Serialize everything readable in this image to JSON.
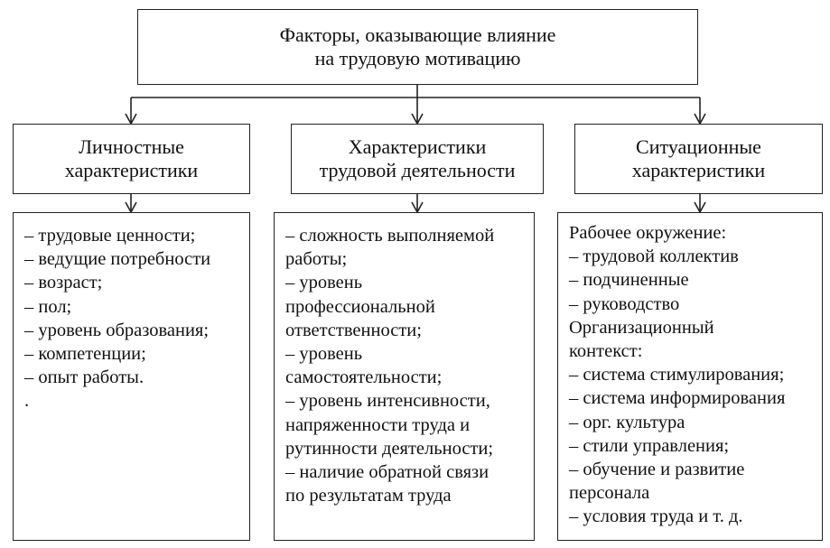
{
  "top": {
    "line1": "Факторы, оказывающие влияние",
    "line2": "на трудовую мотивацию"
  },
  "categories": [
    {
      "line1": "Личностные",
      "line2": "характеристики"
    },
    {
      "line1": "Характеристики",
      "line2": "трудовой деятельности"
    },
    {
      "line1": "Ситуационные",
      "line2": "характеристики"
    }
  ],
  "lists": [
    {
      "lines": [
        "– трудовые ценности;",
        "– ведущие потребности",
        "– возраст;",
        "– пол;",
        "– уровень образования;",
        "– компетенции;",
        "– опыт работы.",
        "."
      ]
    },
    {
      "lines": [
        "– сложность выполняемой",
        "работы;",
        "– уровень",
        "профессиональной",
        "ответственности;",
        "– уровень",
        "самостоятельности;",
        "– уровень интенсивности,",
        "напряженности труда и",
        "рутинности деятельности;",
        "– наличие обратной связи",
        "по результатам труда"
      ]
    },
    {
      "lines": [
        "Рабочее окружение:",
        "– трудовой коллектив",
        "– подчиненные",
        "– руководство",
        "Организационный",
        "контекст:",
        "– система стимулирования;",
        "– система информирования",
        "– орг. культура",
        "– стили управления;",
        "– обучение и развитие",
        "персонала",
        "– условия труда и т. д."
      ]
    }
  ]
}
